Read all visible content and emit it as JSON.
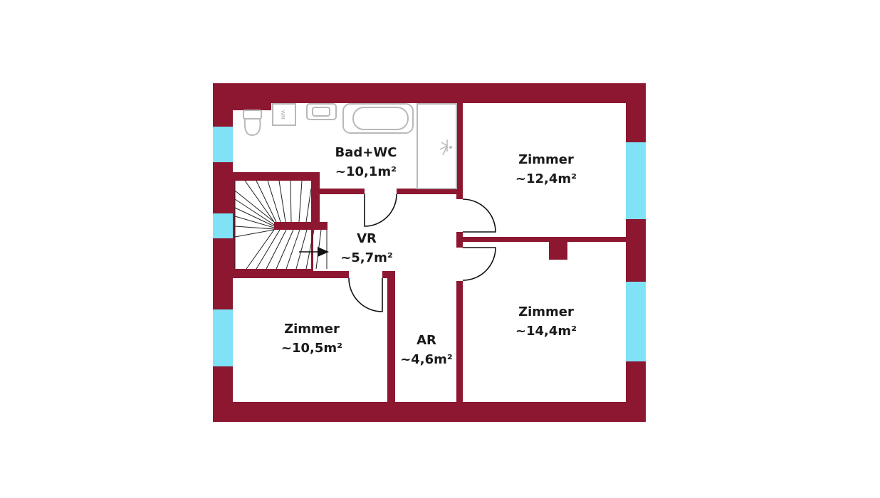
{
  "colors": {
    "wall": "#8d1730",
    "window": "#7fe2f6",
    "floor": "#ffffff"
  },
  "rooms": [
    {
      "id": "bad-wc",
      "name": "Bad+WC",
      "area": "~10,1m²"
    },
    {
      "id": "vr",
      "name": "VR",
      "area": "~5,7m²"
    },
    {
      "id": "zimmer-ne",
      "name": "Zimmer",
      "area": "~12,4m²"
    },
    {
      "id": "zimmer-se",
      "name": "Zimmer",
      "area": "~14,4m²"
    },
    {
      "id": "zimmer-sw",
      "name": "Zimmer",
      "area": "~10,5m²"
    },
    {
      "id": "ar",
      "name": "AR",
      "area": "~4,6m²"
    }
  ],
  "fixtures": {
    "washing_machine": "WM"
  }
}
